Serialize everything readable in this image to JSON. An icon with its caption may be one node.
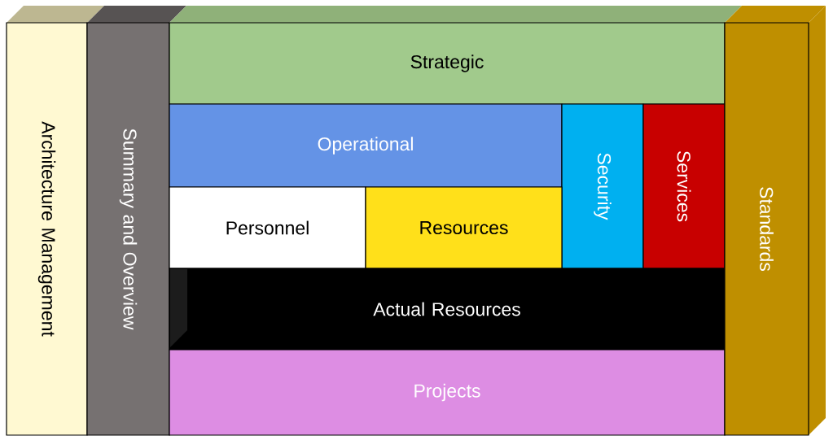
{
  "diagram": {
    "nodes": [
      {
        "text": [
          "Architecture Management"
        ]
      },
      {
        "text": [
          "Summary and Overview"
        ]
      },
      {
        "text": [
          "Strategic"
        ]
      },
      {
        "text": [
          "Operational"
        ]
      },
      {
        "text": [
          "Security"
        ]
      },
      {
        "text": [
          "Services"
        ]
      },
      {
        "text": [
          "Personnel"
        ]
      },
      {
        "text": [
          "Resources"
        ]
      },
      {
        "text": [
          "Actual Resources"
        ]
      },
      {
        "text": [
          "Projects"
        ]
      },
      {
        "text": [
          "Standards"
        ]
      }
    ]
  }
}
